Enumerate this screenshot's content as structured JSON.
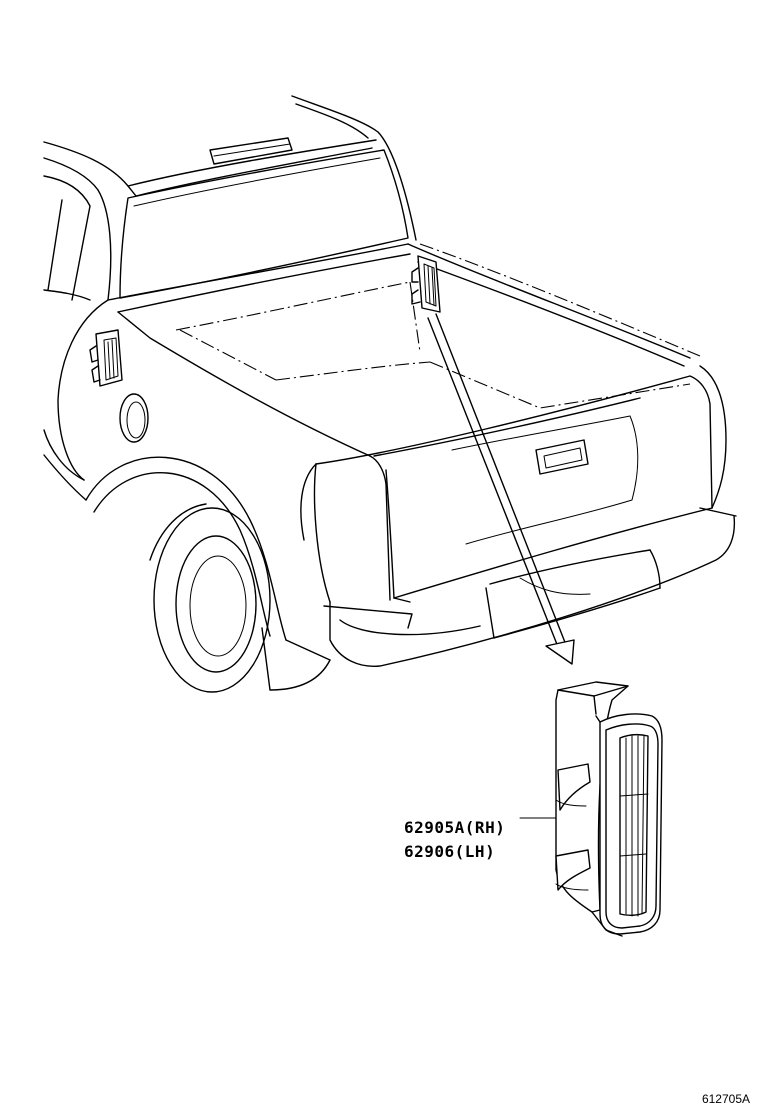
{
  "parts": {
    "rh_label": "62905A(RH)",
    "lh_label": "62906(LH)"
  },
  "reference_code": "612705A",
  "colors": {
    "line": "#000000",
    "background": "#ffffff"
  }
}
